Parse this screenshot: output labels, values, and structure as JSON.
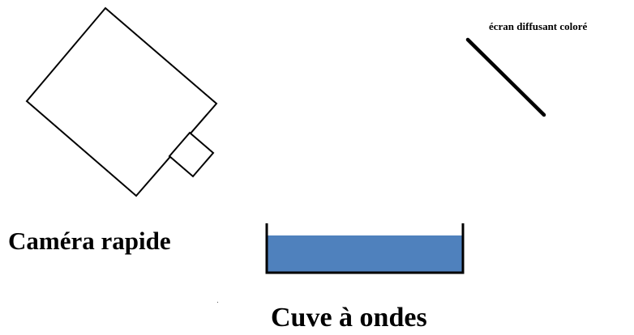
{
  "labels": {
    "screen": "écran diffusant coloré",
    "camera": "Caméra rapide",
    "tank": "Cuve à ondes"
  },
  "colors": {
    "water": "#4f81bd",
    "stroke": "#000000",
    "background": "#ffffff"
  }
}
